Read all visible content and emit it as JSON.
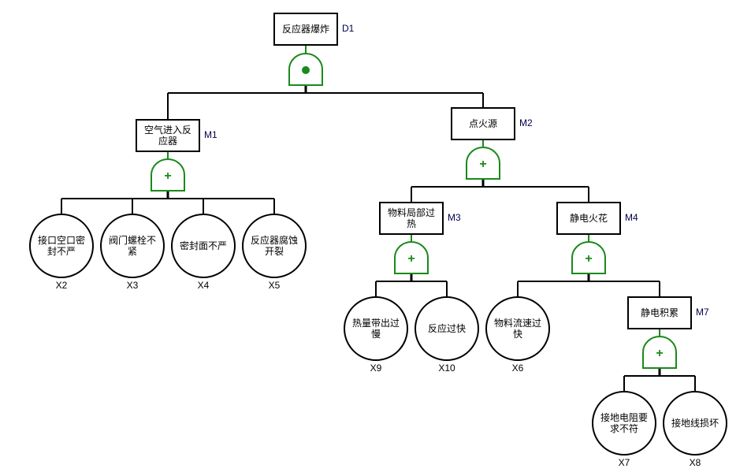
{
  "diagram": {
    "type": "fault-tree",
    "top_event": {
      "id": "D1",
      "label": "反应器爆炸",
      "gate": "priority-and",
      "children": [
        "M1",
        "M2"
      ]
    },
    "intermediate_events": [
      {
        "id": "M1",
        "label_lines": [
          "空气进入反",
          "应器"
        ],
        "gate": "or",
        "children": [
          "X2",
          "X3",
          "X4",
          "X5"
        ]
      },
      {
        "id": "M2",
        "label_lines": [
          "点火源"
        ],
        "gate": "or",
        "children": [
          "M3",
          "M4"
        ]
      },
      {
        "id": "M3",
        "label_lines": [
          "物料局部过",
          "热"
        ],
        "gate": "or",
        "children": [
          "X9",
          "X10"
        ]
      },
      {
        "id": "M4",
        "label_lines": [
          "静电火花"
        ],
        "gate": "or",
        "children": [
          "X6",
          "M7"
        ]
      },
      {
        "id": "M7",
        "label_lines": [
          "静电积累"
        ],
        "gate": "or",
        "children": [
          "X7",
          "X8"
        ]
      }
    ],
    "basic_events": [
      {
        "id": "X2",
        "label_lines": [
          "接口空口密",
          "封不严"
        ]
      },
      {
        "id": "X3",
        "label_lines": [
          "阀门螺栓不",
          "紧"
        ]
      },
      {
        "id": "X4",
        "label_lines": [
          "密封面不严"
        ]
      },
      {
        "id": "X5",
        "label_lines": [
          "反应器腐蚀",
          "开裂"
        ]
      },
      {
        "id": "X9",
        "label_lines": [
          "热量带出过",
          "慢"
        ]
      },
      {
        "id": "X10",
        "label_lines": [
          "反应过快"
        ]
      },
      {
        "id": "X6",
        "label_lines": [
          "物料流速过",
          "快"
        ]
      },
      {
        "id": "X7",
        "label_lines": [
          "接地电阻要",
          "求不符"
        ]
      },
      {
        "id": "X8",
        "label_lines": [
          "接地线损坏"
        ]
      }
    ],
    "gate_symbols": {
      "or": "+",
      "priority-and": "●"
    },
    "colors": {
      "gate": "#1a8a1a",
      "line": "#000000",
      "code_label": "#00004a",
      "background": "#ffffff"
    }
  }
}
